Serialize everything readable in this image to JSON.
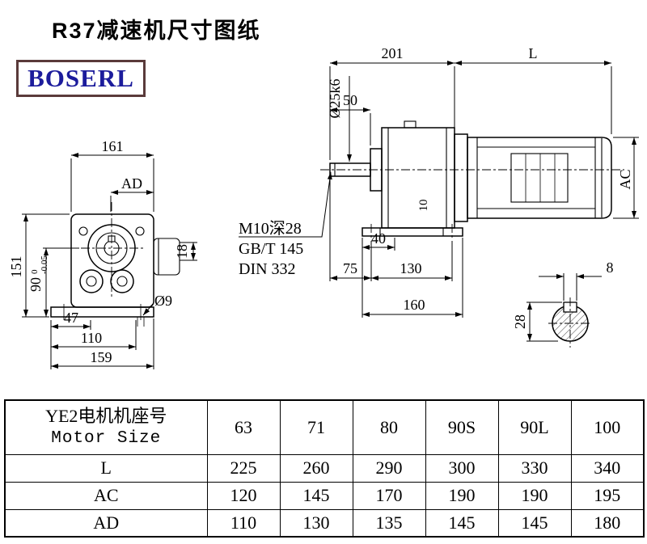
{
  "title": "R37减速机尺寸图纸",
  "logo": "BOSERL",
  "colors": {
    "logo_text": "#1c1c9c",
    "logo_border": "#5a3a3a",
    "line": "#000000"
  },
  "front_view": {
    "dim_161": "161",
    "dim_ad": "AD",
    "dim_151": "151",
    "dim_90": "90",
    "dim_90_tol_upper": "0",
    "dim_90_tol_lower": "-0.05",
    "dim_18": "18",
    "dim_47": "47",
    "dim_110": "110",
    "dim_159": "159",
    "dim_hole": "Ø9"
  },
  "side_view": {
    "dim_201": "201",
    "dim_l": "L",
    "dim_shaft": "Ø25k6",
    "dim_50": "50",
    "note_tap": "M10深28",
    "note_gb": "GB/T 145",
    "note_din": "DIN 332",
    "dim_40": "40",
    "dim_75": "75",
    "dim_130": "130",
    "dim_160": "160",
    "dim_ac": "AC",
    "dim_10": "10"
  },
  "shaft_end_view": {
    "dim_8": "8",
    "dim_28": "28"
  },
  "table": {
    "header_cn": "YE2电机机座号",
    "header_en": "Motor Size",
    "columns": [
      "63",
      "71",
      "80",
      "90S",
      "90L",
      "100"
    ],
    "rows": [
      {
        "label": "L",
        "values": [
          "225",
          "260",
          "290",
          "300",
          "330",
          "340"
        ]
      },
      {
        "label": "AC",
        "values": [
          "120",
          "145",
          "170",
          "190",
          "190",
          "195"
        ]
      },
      {
        "label": "AD",
        "values": [
          "110",
          "130",
          "135",
          "145",
          "145",
          "180"
        ]
      }
    ]
  }
}
